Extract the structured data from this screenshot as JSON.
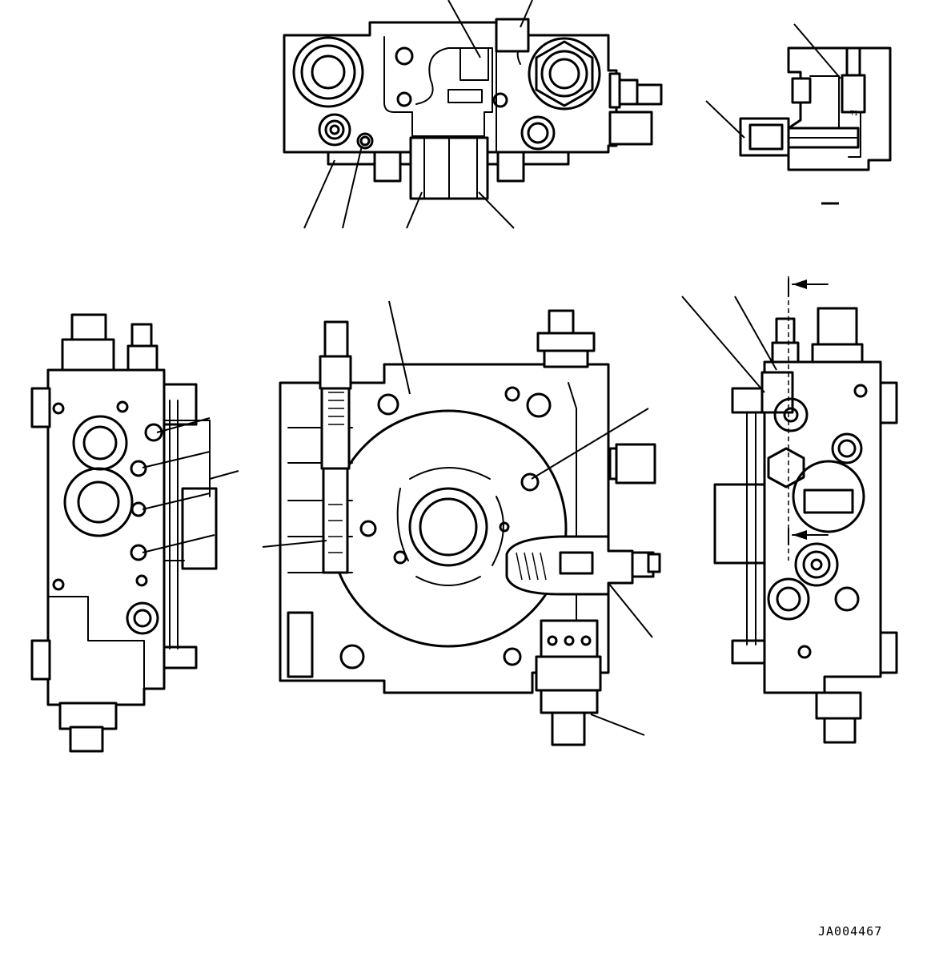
{
  "drawing": {
    "reference_code": "JA004467",
    "port_label": "T1",
    "views": [
      {
        "name": "top-view"
      },
      {
        "name": "section-detail"
      },
      {
        "name": "left-side-view"
      },
      {
        "name": "front-view"
      },
      {
        "name": "right-side-view"
      }
    ]
  }
}
